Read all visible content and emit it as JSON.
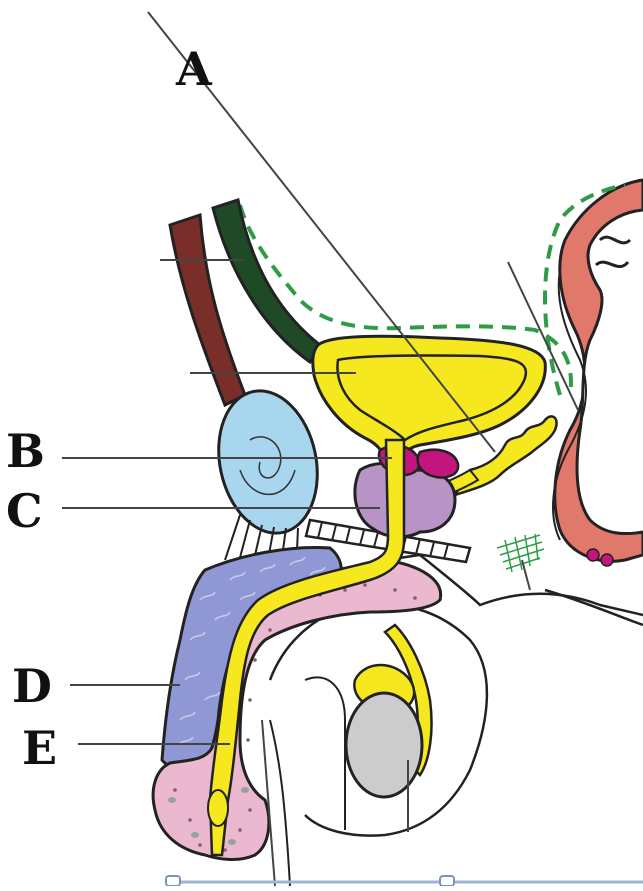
{
  "labels": {
    "a": "A",
    "b": "B",
    "c": "C",
    "d": "D",
    "e": "E"
  },
  "colors": {
    "bladder": "#f6e81f",
    "urethra": "#f6e81f",
    "vas_deferens": "#f6e81f",
    "seminal_vesicle": "#f6e81f",
    "prostate": "#b893c6",
    "bulbourethral_gland": "#c2157d",
    "pubic_bone": "#a8d6ee",
    "corpus_cavernosum": "#8f98d4",
    "corpus_spongiosum": "#eab8cf",
    "rectum": "#e0786c",
    "ureter": "#1f4a26",
    "spermatic_vessel": "#7a2e2a",
    "testis": "#cccccc",
    "peritoneum_dash": "#2f9c45",
    "leader_line": "#444444"
  }
}
